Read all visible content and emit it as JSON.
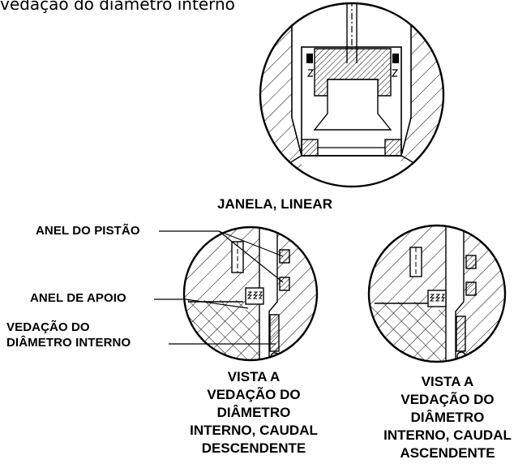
{
  "page_title": "vedação do diâmetro interno",
  "top_view": {
    "caption": "JANELA, LINEAR"
  },
  "callouts": {
    "piston_ring": "ANEL DO PISTÃO",
    "backup_ring": "ANEL DE APOIO",
    "bore_seal_line1": "VEDAÇÃO DO",
    "bore_seal_line2": "DIÂMETRO INTERNO"
  },
  "left_view": {
    "caption_lines": [
      "VISTA A",
      "VEDAÇÃO DO",
      "DIÂMETRO",
      "INTERNO, CAUDAL",
      "DESCENDENTE"
    ]
  },
  "right_view": {
    "caption_lines": [
      "VISTA A",
      "VEDAÇÃO DO",
      "DIÂMETRO",
      "INTERNO, CAUDAL",
      "ASCENDENTE"
    ]
  }
}
